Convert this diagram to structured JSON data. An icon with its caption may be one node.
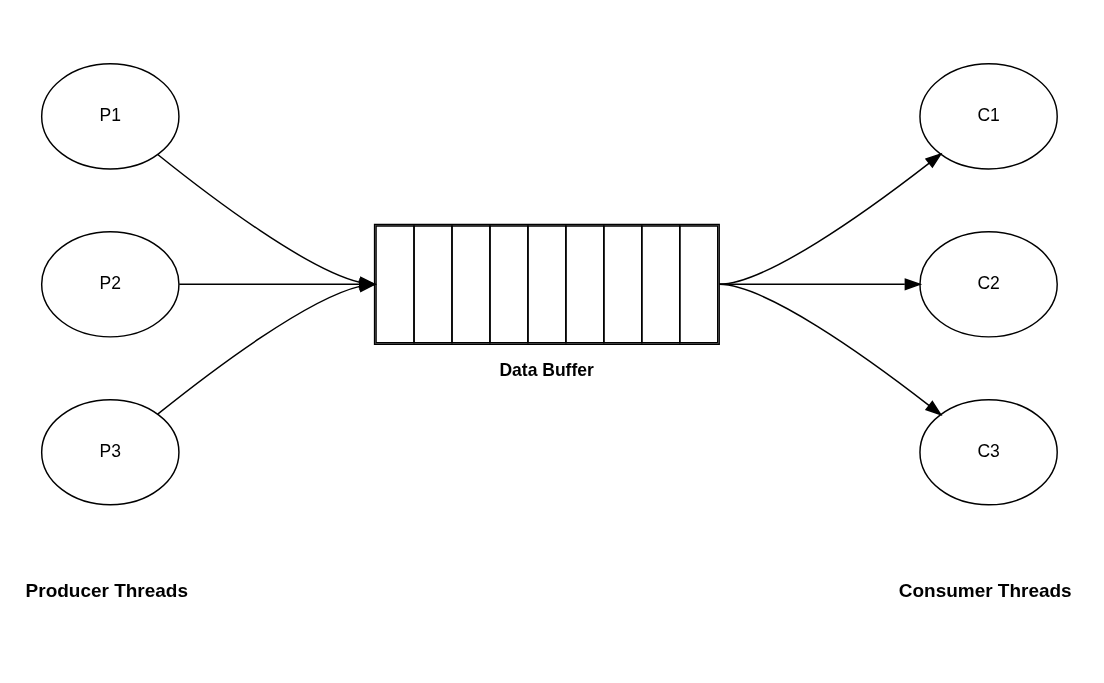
{
  "diagram": {
    "nodes": [
      {
        "text": [
          "P1"
        ]
      },
      {
        "text": [
          "P2"
        ]
      },
      {
        "text": [
          "P3"
        ]
      },
      {
        "text": [
          "Data Buffer"
        ]
      },
      {
        "text": [
          "C1"
        ]
      },
      {
        "text": [
          "C2"
        ]
      },
      {
        "text": [
          "C3"
        ]
      }
    ],
    "edges": [
      {
        "from": 0,
        "to": 3,
        "arrow": "to"
      },
      {
        "from": 1,
        "to": 3,
        "arrow": "to"
      },
      {
        "from": 2,
        "to": 3,
        "arrow": "to"
      },
      {
        "from": 3,
        "to": 4,
        "arrow": "to"
      },
      {
        "from": 3,
        "to": 5,
        "arrow": "to"
      },
      {
        "from": 3,
        "to": 6,
        "arrow": "to"
      }
    ],
    "labels": [
      "Producer Threads",
      "Consumer Threads"
    ]
  }
}
